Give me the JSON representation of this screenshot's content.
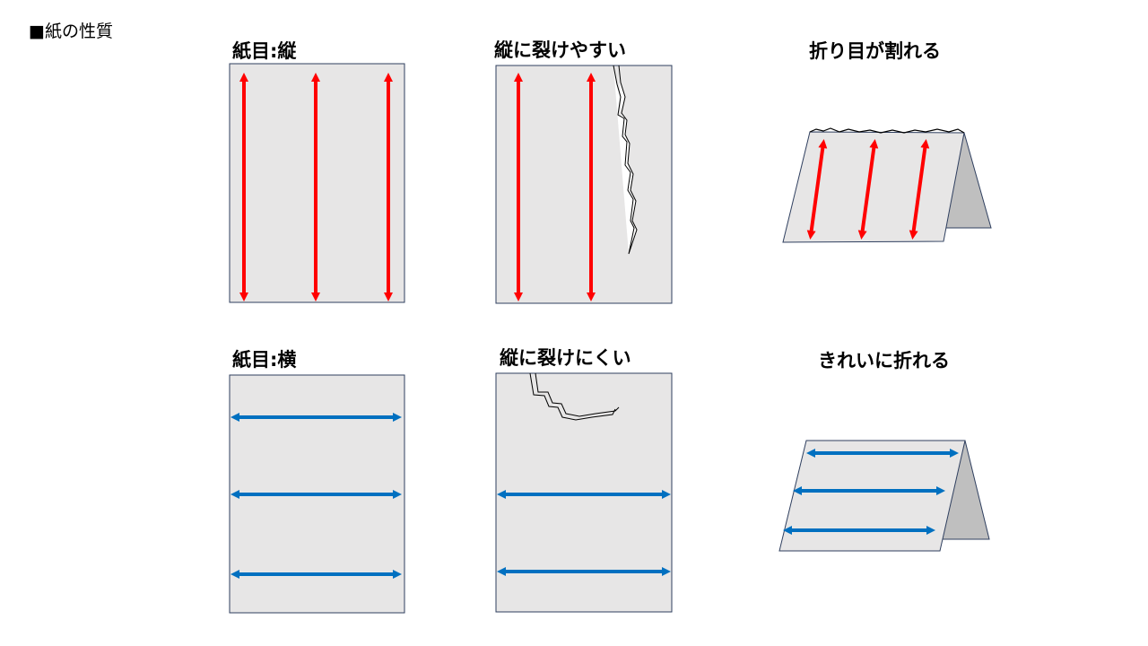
{
  "section_title": "■紙の性質",
  "labels": {
    "grain_vertical": "紙目:縦",
    "tears_easily_vertically": "縦に裂けやすい",
    "fold_cracks": "折り目が割れる",
    "grain_horizontal": "紙目:横",
    "hard_to_tear_vertically": "縦に裂けにくい",
    "folds_cleanly": "きれいに折れる"
  },
  "colors": {
    "paper": "#e7e6e6",
    "paper_border": "#2f3f5f",
    "fold_back": "#bfbfbf",
    "arrow_red": "#ff0000",
    "arrow_blue": "#0070c0"
  }
}
